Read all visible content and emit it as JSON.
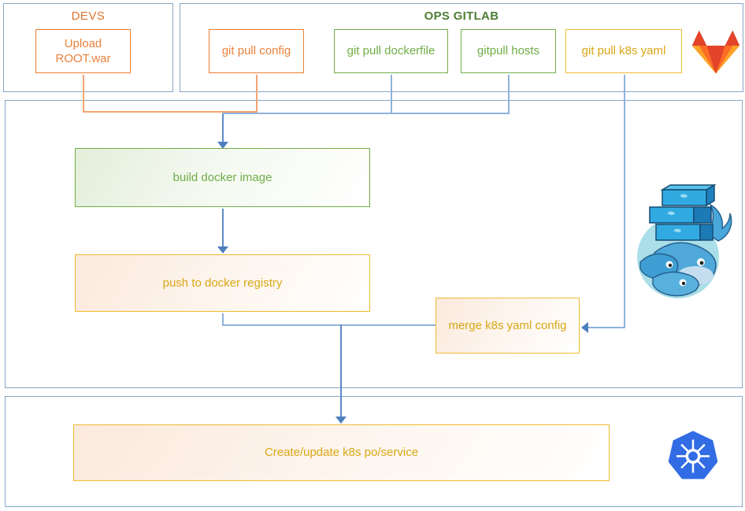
{
  "diagram": {
    "type": "flowchart",
    "groups": {
      "devs": {
        "title": "DEVS"
      },
      "ops_gitlab": {
        "title": "OPS GITLAB"
      }
    },
    "nodes": {
      "upload_root_war": {
        "label": "Upload ROOT.war",
        "color": "#ed7d31"
      },
      "git_pull_config": {
        "label": "git pull config",
        "color": "#ed7d31"
      },
      "git_pull_dockerfile": {
        "label": "git pull dockerfile",
        "color": "#70ad47"
      },
      "gitpull_hosts": {
        "label": "gitpull hosts",
        "color": "#70ad47"
      },
      "git_pull_k8s_yaml": {
        "label": "git pull k8s yaml",
        "color": "#efbb31"
      },
      "build_docker_image": {
        "label": "build docker image",
        "color": "#70ad47"
      },
      "push_to_docker_registry": {
        "label": "push to docker registry",
        "color": "#efbb31"
      },
      "merge_k8s_yaml_config": {
        "label": "merge k8s yaml config",
        "color": "#efbb31"
      },
      "create_update_k8s_po_service": {
        "label": "Create/update k8s po/service",
        "color": "#efbb31"
      }
    },
    "edges": [
      {
        "from": "upload_root_war",
        "to": "build_docker_image"
      },
      {
        "from": "git_pull_config",
        "to": "build_docker_image"
      },
      {
        "from": "git_pull_dockerfile",
        "to": "build_docker_image"
      },
      {
        "from": "gitpull_hosts",
        "to": "build_docker_image"
      },
      {
        "from": "git_pull_k8s_yaml",
        "to": "merge_k8s_yaml_config"
      },
      {
        "from": "build_docker_image",
        "to": "push_to_docker_registry"
      },
      {
        "from": "push_to_docker_registry",
        "to": "create_update_k8s_po_service"
      },
      {
        "from": "merge_k8s_yaml_config",
        "to": "create_update_k8s_po_service"
      }
    ],
    "icons": {
      "gitlab": "gitlab-tanuki-logo",
      "docker": "docker-swarm-whales-logo",
      "kubernetes": "kubernetes-helm-logo"
    },
    "colors": {
      "container_border": "#87a5c3",
      "connector_orange": "#f2a572",
      "connector_blue": "#8fb2db",
      "arrow_blue": "#4e7fbe",
      "gitlab_red": "#e24329",
      "gitlab_orange": "#fc6d26",
      "gitlab_amber": "#fca326",
      "docker_blue": "#31aae2",
      "kubernetes_blue": "#326ce5"
    }
  }
}
